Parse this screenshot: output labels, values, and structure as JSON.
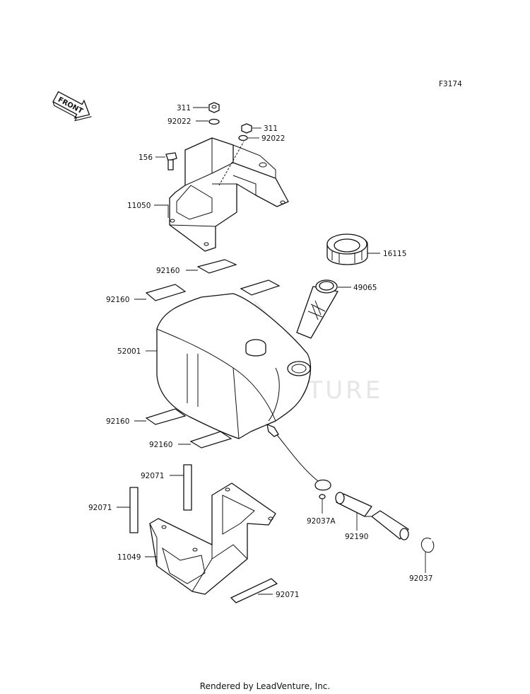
{
  "figure_code": "F3174",
  "front_arrow_text": "FRONT",
  "watermark": "LEADVENTURE",
  "footer": "Rendered by LeadVenture, Inc.",
  "callouts": {
    "nut_top": "311",
    "washer_top": "92022",
    "nut_right": "311",
    "washer_right": "92022",
    "bolt": "156",
    "bracket_upper": "11050",
    "cap": "16115",
    "filler_neck": "49065",
    "pad_a": "92160",
    "pad_b": "92160",
    "tank": "52001",
    "pad_c": "92160",
    "pad_d": "92160",
    "rubber_a": "92071",
    "rubber_b": "92071",
    "clamp_a": "92037A",
    "hose": "92190",
    "clamp_b": "92037",
    "bracket_lower": "11049",
    "rubber_c": "92071"
  }
}
